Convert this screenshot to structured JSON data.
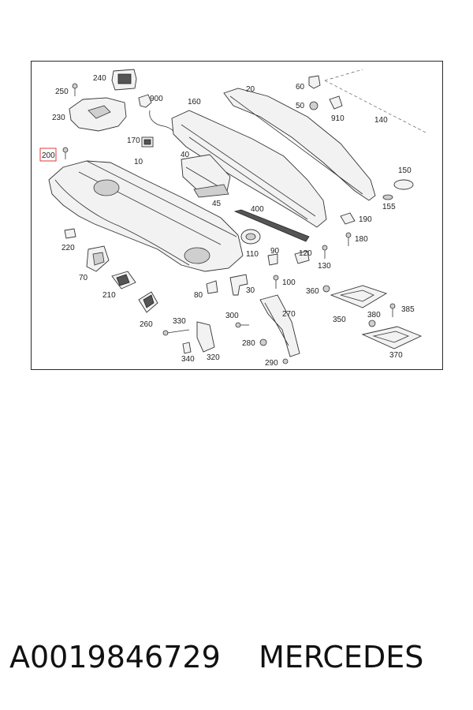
{
  "diagram": {
    "highlighted_part": "200",
    "callouts": [
      "240",
      "250",
      "900",
      "160",
      "20",
      "60",
      "50",
      "910",
      "140",
      "230",
      "170",
      "200",
      "10",
      "40",
      "150",
      "155",
      "45",
      "400",
      "190",
      "180",
      "220",
      "110",
      "90",
      "130",
      "120",
      "70",
      "210",
      "80",
      "30",
      "100",
      "360",
      "260",
      "330",
      "300",
      "270",
      "350",
      "380",
      "385",
      "280",
      "340",
      "320",
      "290",
      "370"
    ]
  },
  "caption": {
    "part_number": "A0019846729",
    "brand": "MERCEDES",
    "separator": "    "
  }
}
